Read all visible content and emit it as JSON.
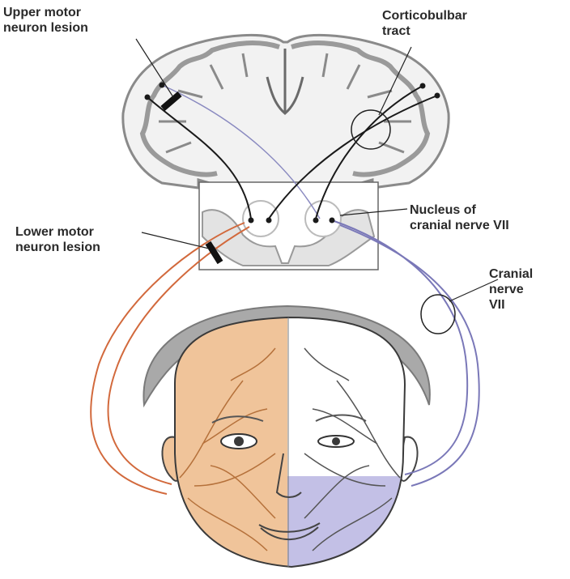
{
  "labels": {
    "upper_motor": [
      "Upper motor",
      "neuron lesion"
    ],
    "corticobulbar": [
      "Corticobulbar",
      "tract"
    ],
    "nucleus": [
      "Nucleus of",
      "cranial nerve VII"
    ],
    "lower_motor": [
      "Lower motor",
      "neuron lesion"
    ],
    "cranial_nerve": [
      "Cranial",
      "nerve",
      "VII"
    ]
  },
  "colors": {
    "upper_motor_pathway": "#1a1a1a",
    "left_lower_motor_pathway": "#d2693c",
    "right_lower_motor_pathway": "#7a78b8",
    "paralyzed_face_region": "#f0c49a",
    "lower_right_face_region": "#c3c0e6",
    "brain_outline": "#8a8a8a",
    "hair": "#a9a9a9"
  }
}
